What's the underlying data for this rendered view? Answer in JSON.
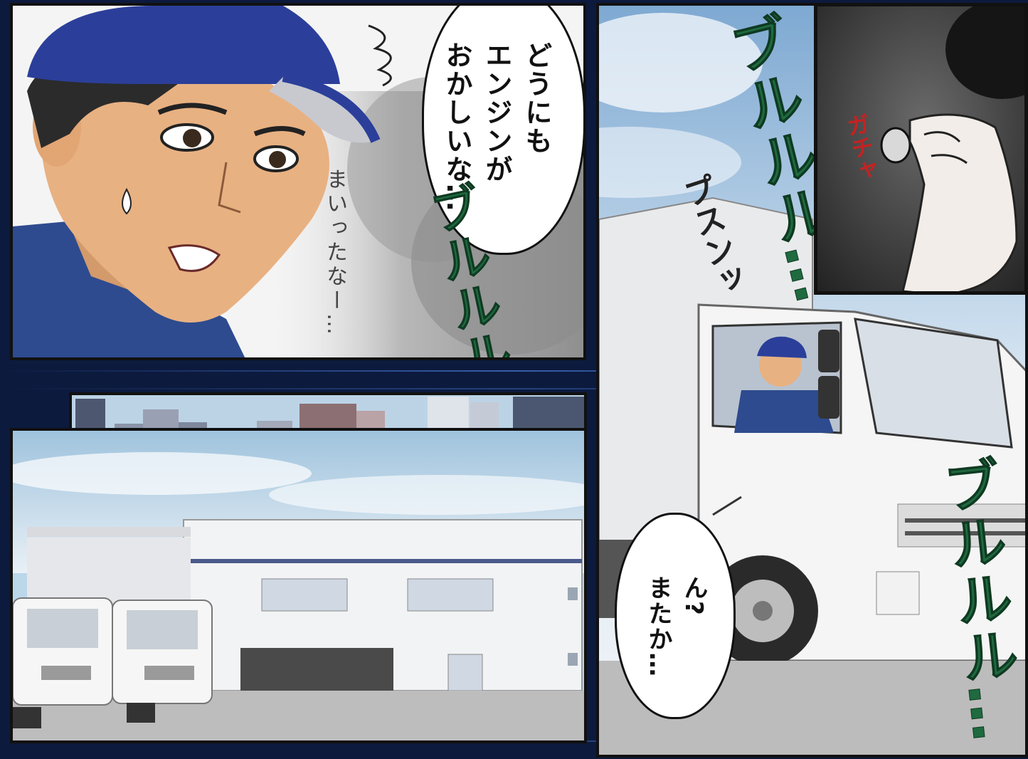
{
  "panels": {
    "face": {
      "speech": "どうにも\nエンジンが\nおかしいな…",
      "mutter": "まいったなー…",
      "sfx": "ブルルル…"
    },
    "city": {},
    "warehouse": {},
    "truck": {
      "sfx_top": "ブルルル…",
      "sfx_pss": "プスンッ",
      "sfx_bottom": "ブルルル…",
      "speech": "ん?\nまたか…"
    },
    "ignition": {
      "sfx": "ガチャ"
    }
  },
  "colors": {
    "sfx_green": "#1f6a3f",
    "cap_blue": "#2b3f9a",
    "sky": "#9cc1df",
    "panel_border": "#111111"
  }
}
